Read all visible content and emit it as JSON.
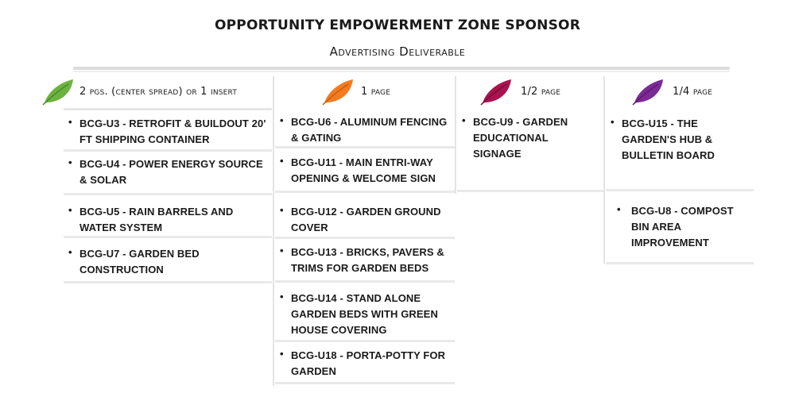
{
  "header": {
    "title": "OPPORTUNITY EMPOWERMENT ZONE SPONSOR",
    "subtitle": "Advertising Deliverable"
  },
  "colors": {
    "green_leaf": "#6cb33f",
    "orange_leaf": "#f47b20",
    "maroon_leaf": "#a8144f",
    "purple_leaf": "#7b2a96",
    "divider": "#e6e6e6"
  },
  "columns": [
    {
      "label": "2 pgs. (center spread) or 1 insert",
      "icon": "green-leaf-icon",
      "items": [
        "BCG-U3 - RETROFIT & BUILDOUT 20' FT SHIPPING CONTAINER",
        "BCG-U4 - POWER ENERGY SOURCE & SOLAR",
        "BCG-U5 - RAIN BARRELS AND WATER SYSTEM",
        "BCG-U7 - GARDEN BED CONSTRUCTION"
      ]
    },
    {
      "label": "1 page",
      "icon": "orange-leaf-icon",
      "items": [
        "BCG-U6 - ALUMINUM FENCING & GATING",
        "BCG-U11 - MAIN ENTRI-WAY OPENING & WELCOME SIGN",
        "BCG-U12 - GARDEN GROUND COVER",
        "BCG-U13 - BRICKS, PAVERS & TRIMS FOR GARDEN BEDS",
        "BCG-U14 - STAND ALONE GARDEN BEDS WITH GREEN HOUSE COVERING",
        "BCG-U18 - PORTA-POTTY FOR GARDEN"
      ]
    },
    {
      "label": "1/2 page",
      "icon": "maroon-leaf-icon",
      "items": [
        "BCG-U9 - GARDEN EDUCATIONAL SIGNAGE"
      ]
    },
    {
      "label": "1/4 page",
      "icon": "purple-leaf-icon",
      "items": [
        "BCG-U15 - THE GARDEN'S HUB & BULLETIN BOARD",
        "BCG-U8 - COMPOST BIN AREA IMPROVEMENT"
      ]
    }
  ]
}
